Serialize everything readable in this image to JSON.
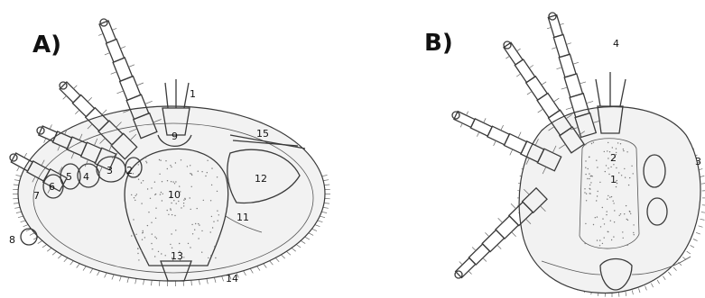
{
  "figure": {
    "panel_a": {
      "letter": "A)",
      "labels": [
        "1",
        "2",
        "3",
        "4",
        "5",
        "6",
        "7",
        "8",
        "9",
        "10",
        "11",
        "12",
        "13",
        "14",
        "15"
      ]
    },
    "panel_b": {
      "letter": "B)",
      "labels": [
        "1",
        "2",
        "3",
        "4"
      ]
    }
  }
}
